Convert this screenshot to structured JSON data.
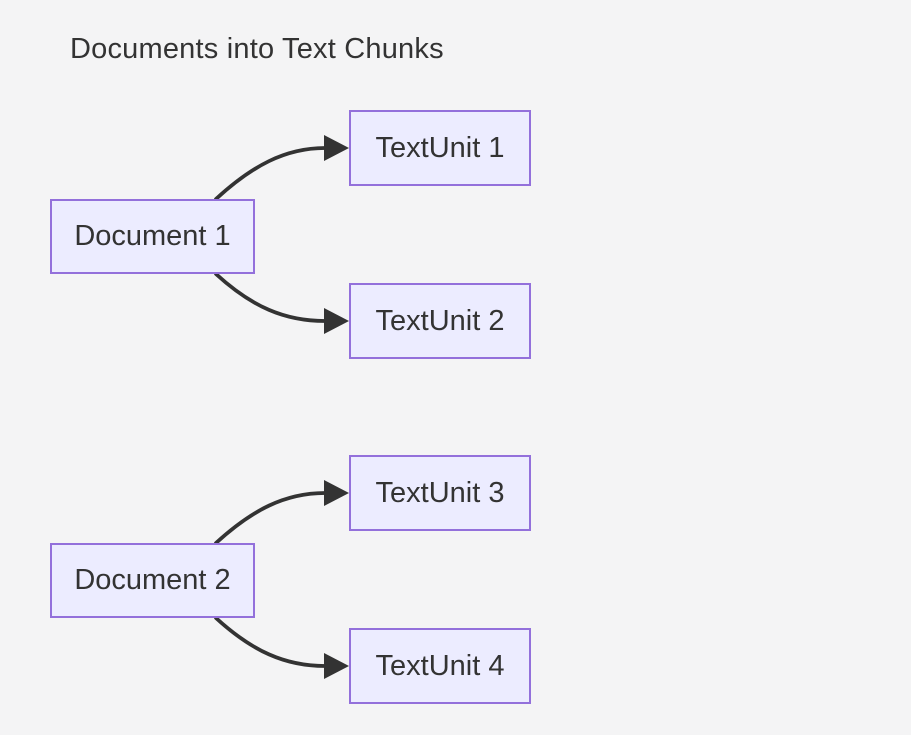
{
  "diagram": {
    "title": "Documents into Text Chunks",
    "type": "flowchart",
    "colors": {
      "background": "#f4f4f5",
      "node_fill": "#ECECFF",
      "node_border": "#9370DB",
      "text": "#333333",
      "edge": "#333333"
    },
    "nodes": [
      {
        "id": "doc1",
        "label": "Document 1"
      },
      {
        "id": "tu1",
        "label": "TextUnit 1"
      },
      {
        "id": "tu2",
        "label": "TextUnit 2"
      },
      {
        "id": "doc2",
        "label": "Document 2"
      },
      {
        "id": "tu3",
        "label": "TextUnit 3"
      },
      {
        "id": "tu4",
        "label": "TextUnit 4"
      }
    ],
    "edges": [
      {
        "from": "Document 1",
        "to": "TextUnit 1"
      },
      {
        "from": "Document 1",
        "to": "TextUnit 2"
      },
      {
        "from": "Document 2",
        "to": "TextUnit 3"
      },
      {
        "from": "Document 2",
        "to": "TextUnit 4"
      }
    ]
  }
}
